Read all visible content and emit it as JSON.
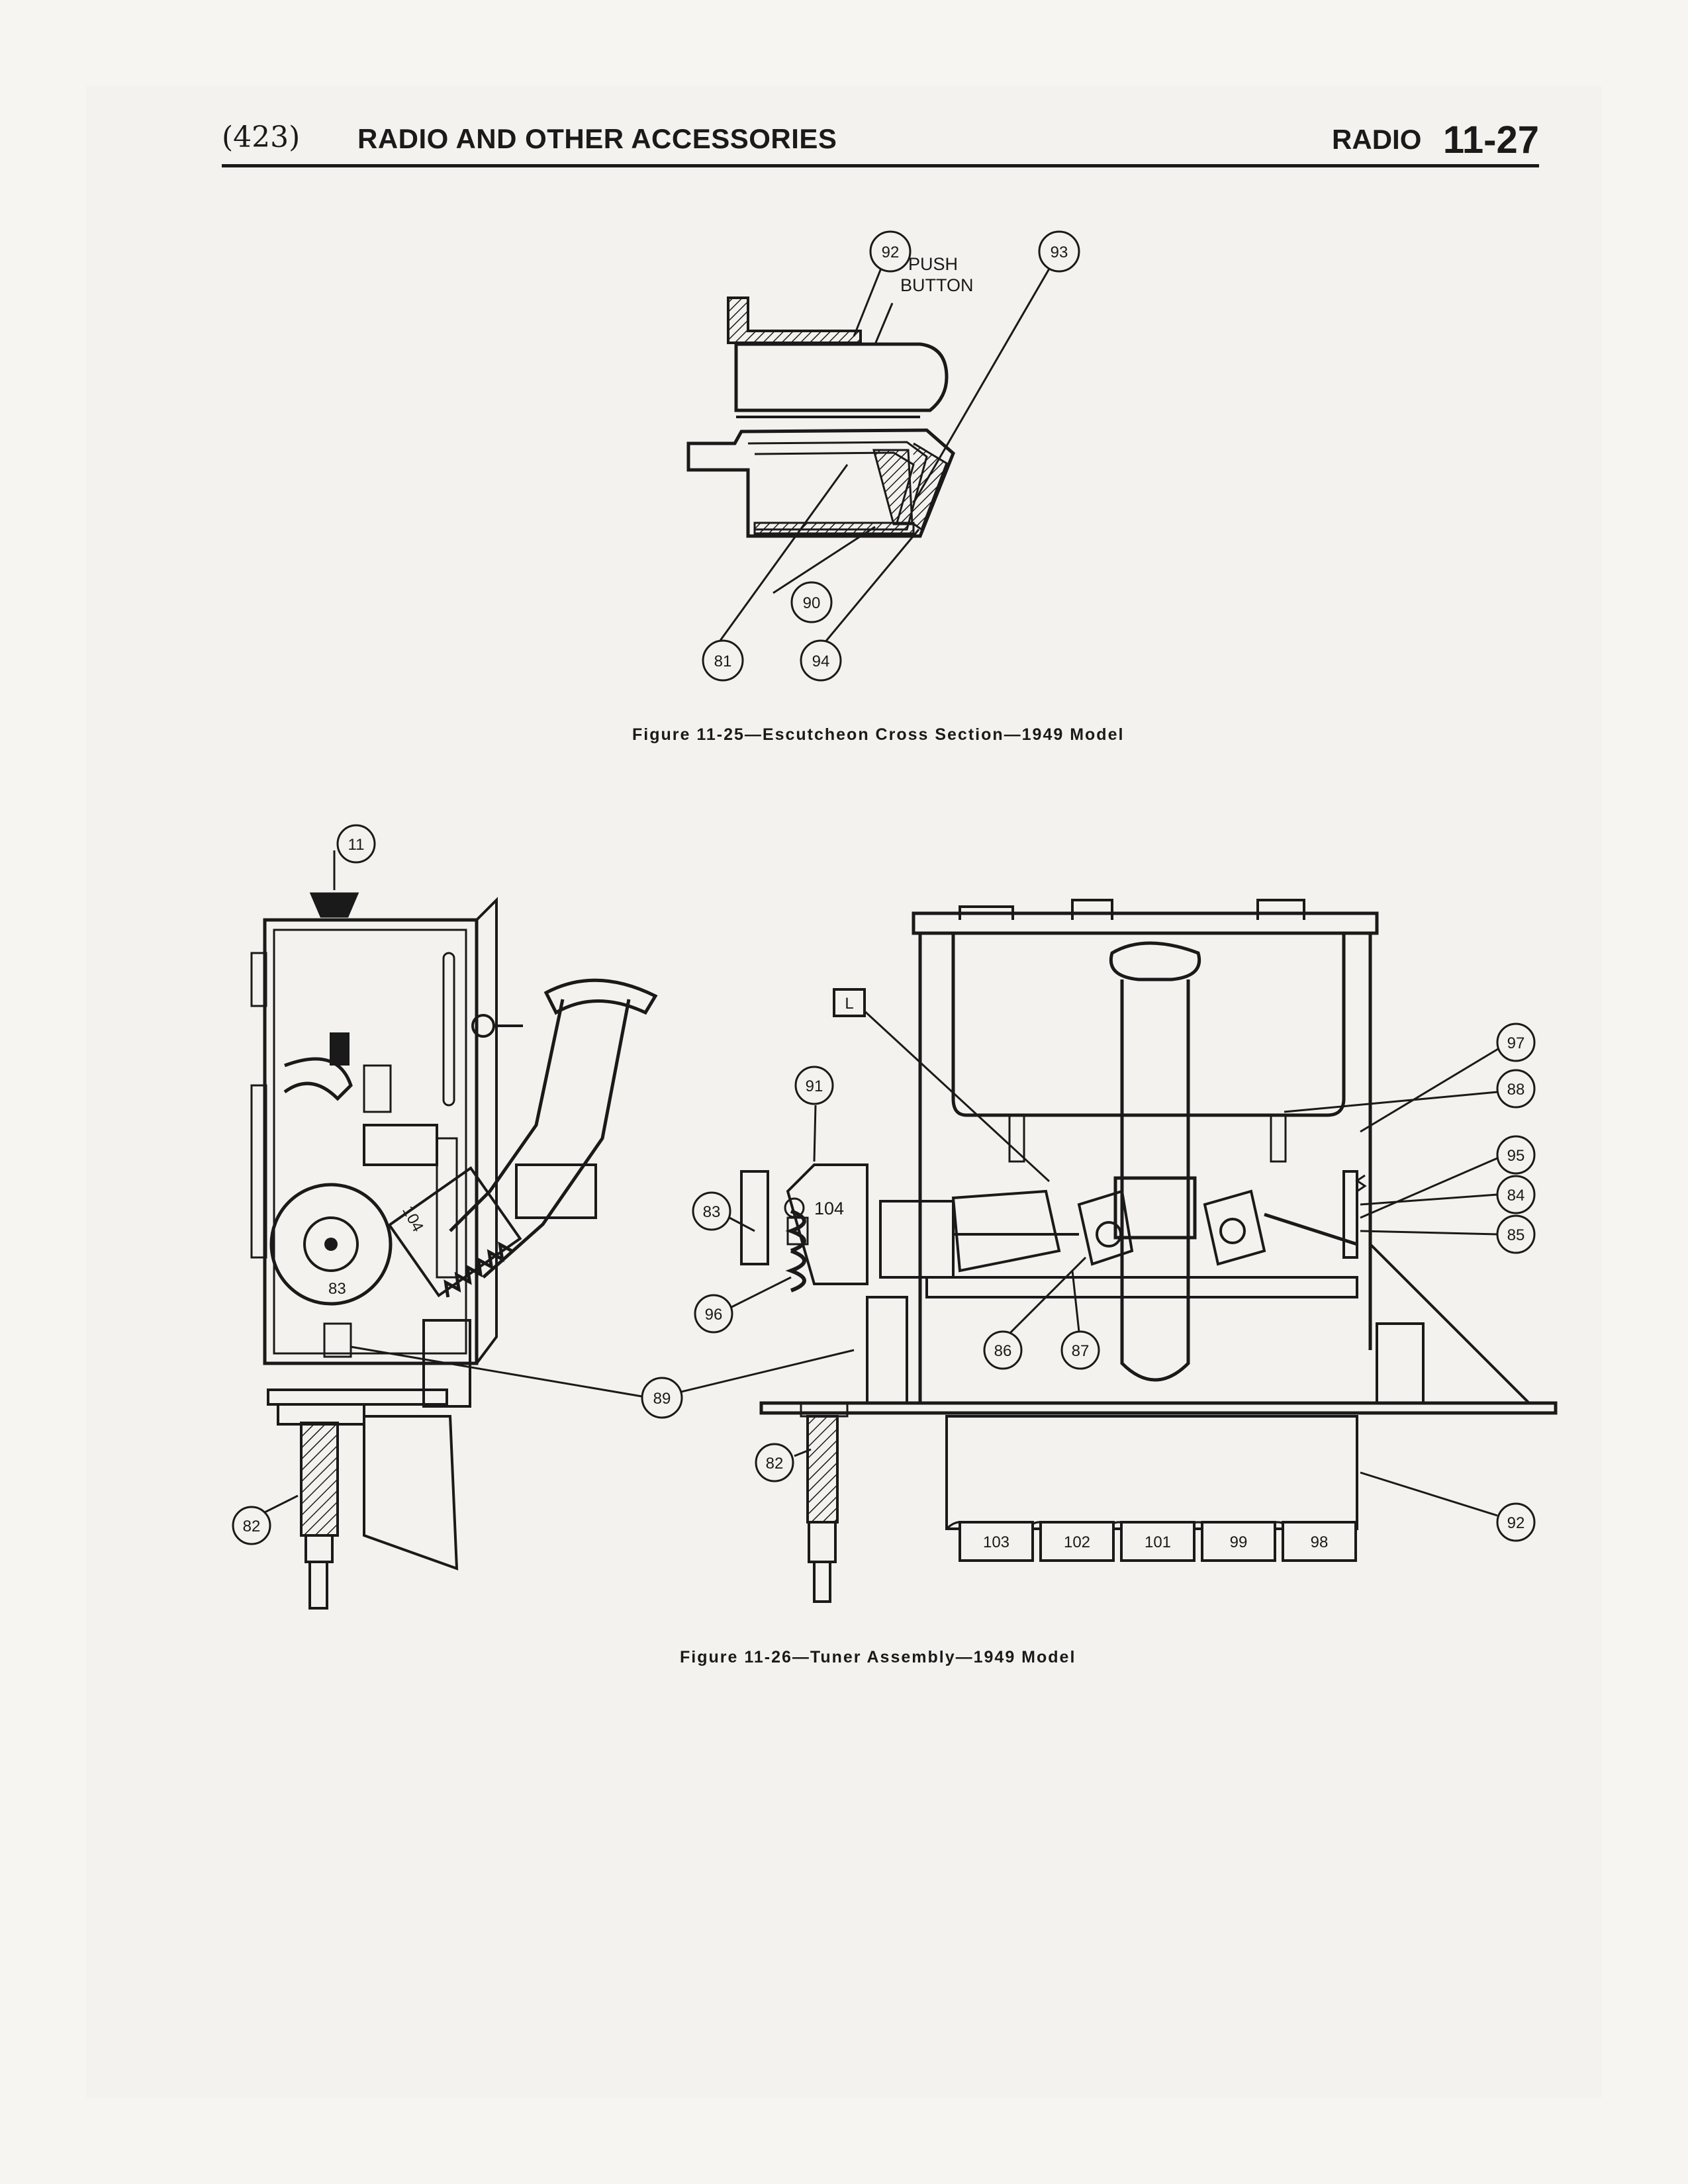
{
  "header": {
    "page_number": "(423)",
    "section_title": "RADIO AND OTHER ACCESSORIES",
    "chapter_title": "RADIO",
    "chapter_page": "11-27"
  },
  "figure_25": {
    "caption": "Figure 11-25—Escutcheon Cross Section—1949 Model",
    "push_button_label_1": "PUSH",
    "push_button_label_2": "BUTTON",
    "callouts": [
      "92",
      "93",
      "90",
      "81",
      "94"
    ]
  },
  "figure_26": {
    "caption": "Figure 11-26—Tuner Assembly—1949 Model",
    "left_callouts": [
      "11",
      "82"
    ],
    "left_labels": [
      "104",
      "83"
    ],
    "shared_callout": "89",
    "right_callouts": [
      "91",
      "83",
      "96",
      "86",
      "87",
      "82",
      "97",
      "88",
      "95",
      "84",
      "85",
      "92"
    ],
    "box_label": "L",
    "coil_label": "104",
    "button_labels": [
      "103",
      "102",
      "101",
      "99",
      "98"
    ]
  }
}
